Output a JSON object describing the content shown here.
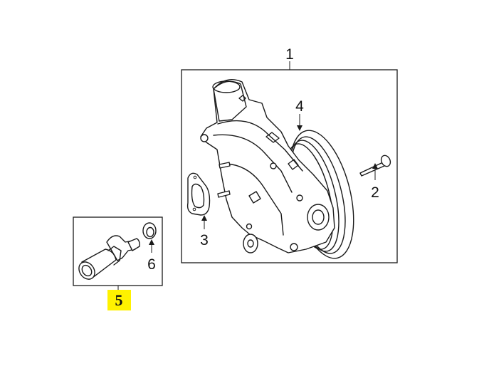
{
  "callouts": {
    "water_pump_assembly": "1",
    "bolt": "2",
    "gasket": "3",
    "pulley": "4",
    "thermostat_housing": "5",
    "seal": "6"
  },
  "colors": {
    "highlight": "#fff200",
    "line": "#1a1a1a"
  }
}
